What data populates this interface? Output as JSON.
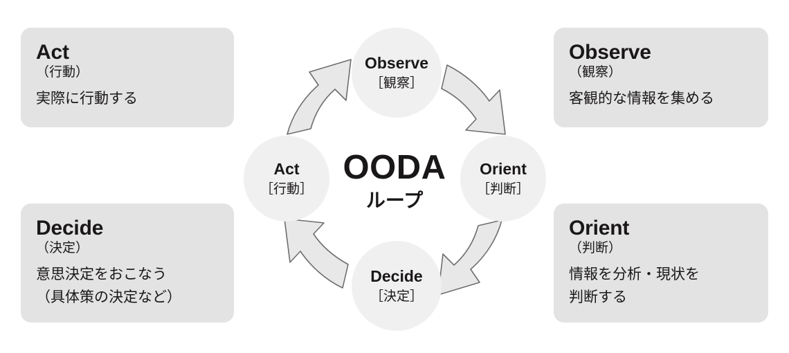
{
  "diagram": {
    "center": {
      "main": "OODA",
      "sub": "ループ"
    },
    "colors": {
      "card_background": "#e3e3e4",
      "node_background": "#f0f0f0",
      "text": "#1a1718",
      "arrow_fill": "#e8e8e8",
      "arrow_stroke": "#6e6e70",
      "page_background": "#ffffff"
    },
    "nodes": [
      {
        "label": "Observe",
        "sub": "［観察］",
        "position": "top"
      },
      {
        "label": "Orient",
        "sub": "［判断］",
        "position": "right"
      },
      {
        "label": "Decide",
        "sub": "［決定］",
        "position": "bottom"
      },
      {
        "label": "Act",
        "sub": "［行動］",
        "position": "left"
      }
    ],
    "arrows": [
      {
        "name": "observe-to-orient",
        "from": "Observe",
        "to": "Orient",
        "direction": "down-right"
      },
      {
        "name": "orient-to-decide",
        "from": "Orient",
        "to": "Decide",
        "direction": "down-left"
      },
      {
        "name": "decide-to-act",
        "from": "Decide",
        "to": "Act",
        "direction": "up-left"
      },
      {
        "name": "act-to-observe",
        "from": "Act",
        "to": "Observe",
        "direction": "up-right"
      }
    ],
    "cards": [
      {
        "id": "act",
        "title": "Act",
        "reading": "（行動）",
        "description": [
          "実際に行動する"
        ],
        "corner": "top-left"
      },
      {
        "id": "observe",
        "title": "Observe",
        "reading": "（観察）",
        "description": [
          "客観的な情報を集める"
        ],
        "corner": "top-right"
      },
      {
        "id": "decide",
        "title": "Decide",
        "reading": "（決定）",
        "description": [
          "意思決定をおこなう",
          "（具体策の決定など）"
        ],
        "corner": "bottom-left"
      },
      {
        "id": "orient",
        "title": "Orient",
        "reading": "（判断）",
        "description": [
          "情報を分析・現状を",
          "判断する"
        ],
        "corner": "bottom-right"
      }
    ]
  }
}
